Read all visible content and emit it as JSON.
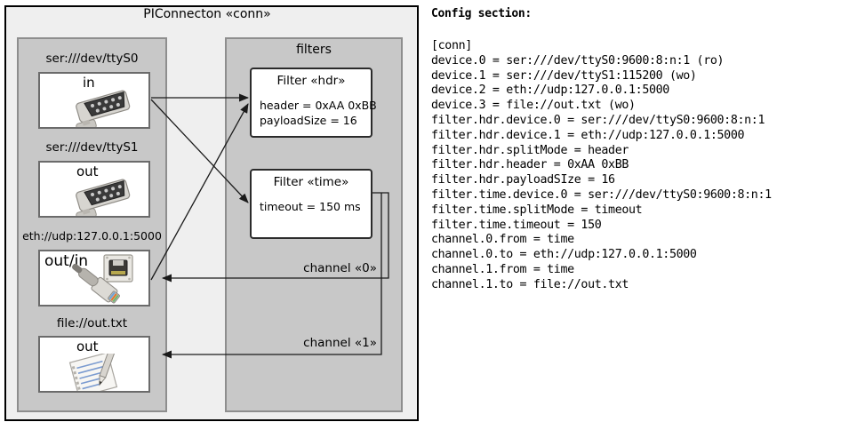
{
  "diagram": {
    "outer_title": "PIConnecton «conn»",
    "devices_panel": {
      "items": [
        {
          "label": "ser:///dev/ttyS0",
          "direction": "in",
          "icon": "serial-db9-icon"
        },
        {
          "label": "ser:///dev/ttyS1",
          "direction": "out",
          "icon": "serial-db9-icon"
        },
        {
          "label": "eth://udp:127.0.0.1:5000",
          "direction": "out/in",
          "icon": "ethernet-rj45-icon"
        },
        {
          "label": "file://out.txt",
          "direction": "out",
          "icon": "text-file-icon"
        }
      ]
    },
    "filters_panel": {
      "title": "filters",
      "filters": [
        {
          "title": "Filter «hdr»",
          "props": [
            "header = 0xAA 0xBB",
            "payloadSize = 16"
          ]
        },
        {
          "title": "Filter «time»",
          "props": [
            "timeout = 150 ms"
          ]
        }
      ],
      "channels": [
        {
          "label": "channel «0»"
        },
        {
          "label": "channel «1»"
        }
      ]
    },
    "colors": {
      "canvas": "#ffffff",
      "outer_fill": "#efefef",
      "outer_border": "#000000",
      "panel_fill": "#c8c8c8",
      "panel_border": "#8e8e8e",
      "box_fill": "#ffffff",
      "box_border": "#6b6b6b",
      "filter_border": "#2b2b2b",
      "wire": "#1a1a1a"
    }
  },
  "config": {
    "heading": "Config section:",
    "lines": [
      "[conn]",
      "device.0 = ser:///dev/ttyS0:9600:8:n:1 (ro)",
      "device.1 = ser:///dev/ttyS1:115200 (wo)",
      "device.2 = eth://udp:127.0.0.1:5000",
      "device.3 = file://out.txt (wo)",
      "filter.hdr.device.0 = ser:///dev/ttyS0:9600:8:n:1",
      "filter.hdr.device.1 = eth://udp:127.0.0.1:5000",
      "filter.hdr.splitMode = header",
      "filter.hdr.header = 0xAA 0xBB",
      "filter.hdr.payloadSIze = 16",
      "filter.time.device.0 = ser:///dev/ttyS0:9600:8:n:1",
      "filter.time.splitMode = timeout",
      "filter.time.timeout = 150",
      "channel.0.from = time",
      "channel.0.to = eth://udp:127.0.0.1:5000",
      "channel.1.from = time",
      "channel.1.to = file://out.txt"
    ]
  }
}
